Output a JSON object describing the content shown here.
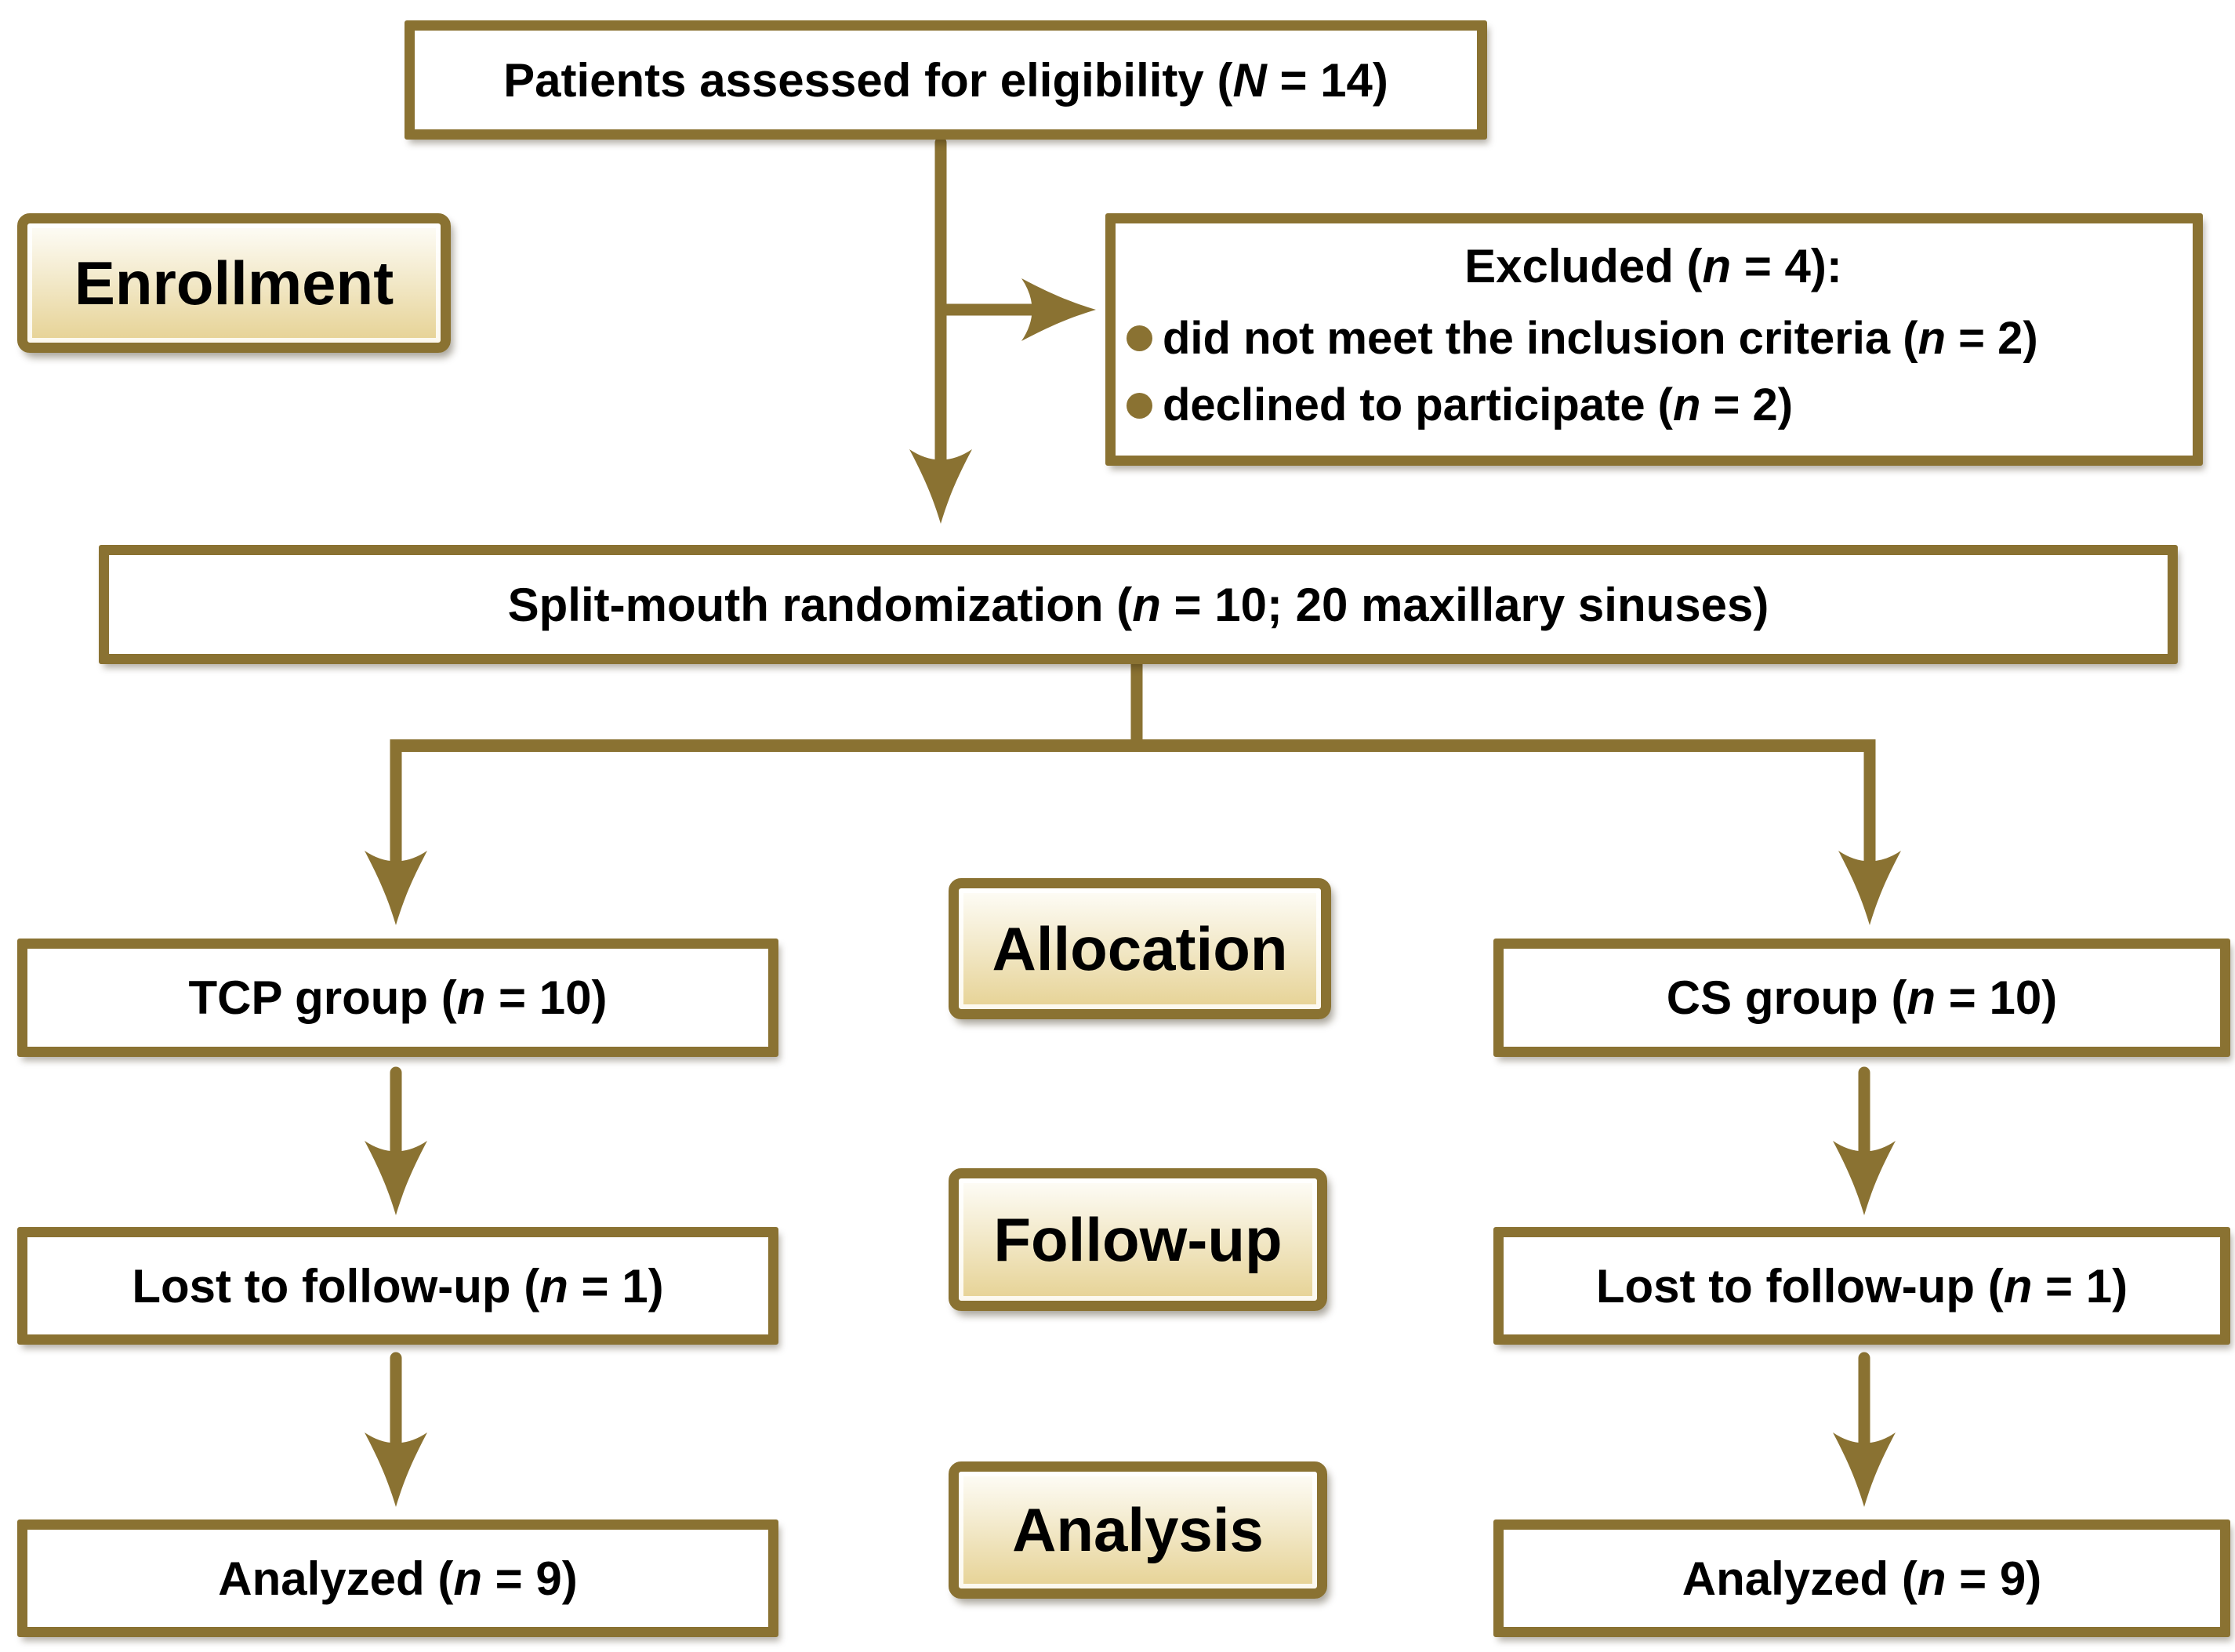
{
  "colors": {
    "accent": "#8A7232",
    "label_fill_top": "#FEFDF8",
    "label_fill_mid": "#F3EACC",
    "label_fill_bottom": "#E6D294",
    "box_fill": "#FFFFFF",
    "text": "#000000",
    "background": "#FFFFFF"
  },
  "stages": {
    "enrollment": "Enrollment",
    "allocation": "Allocation",
    "followup": "Follow-up",
    "analysis": "Analysis"
  },
  "nodes": {
    "eligibility": {
      "parts": [
        {
          "t": "Patients assessed for eligibility ("
        },
        {
          "t": "N",
          "i": true
        },
        {
          "t": " = 14)"
        }
      ]
    },
    "excluded": {
      "title_parts": [
        {
          "t": "Excluded ("
        },
        {
          "t": "n",
          "i": true
        },
        {
          "t": " = 4):"
        }
      ],
      "bullets": [
        {
          "parts": [
            {
              "t": "did not meet the inclusion criteria ("
            },
            {
              "t": "n",
              "i": true
            },
            {
              "t": " = 2)"
            }
          ]
        },
        {
          "parts": [
            {
              "t": "declined to participate ("
            },
            {
              "t": "n",
              "i": true
            },
            {
              "t": " = 2)"
            }
          ]
        }
      ]
    },
    "randomization": {
      "parts": [
        {
          "t": "Split-mouth randomization ("
        },
        {
          "t": "n",
          "i": true
        },
        {
          "t": " = 10; 20 maxillary sinuses)"
        }
      ]
    },
    "tcp_group": {
      "parts": [
        {
          "t": "TCP group ("
        },
        {
          "t": "n",
          "i": true
        },
        {
          "t": " = 10)"
        }
      ]
    },
    "cs_group": {
      "parts": [
        {
          "t": "CS group ("
        },
        {
          "t": "n",
          "i": true
        },
        {
          "t": " = 10)"
        }
      ]
    },
    "lost_tcp": {
      "parts": [
        {
          "t": "Lost to follow-up ("
        },
        {
          "t": "n",
          "i": true
        },
        {
          "t": " = 1)"
        }
      ]
    },
    "lost_cs": {
      "parts": [
        {
          "t": "Lost to follow-up ("
        },
        {
          "t": "n",
          "i": true
        },
        {
          "t": " = 1)"
        }
      ]
    },
    "analyzed_tcp": {
      "parts": [
        {
          "t": "Analyzed ("
        },
        {
          "t": "n",
          "i": true
        },
        {
          "t": " = 9)"
        }
      ]
    },
    "analyzed_cs": {
      "parts": [
        {
          "t": "Analyzed ("
        },
        {
          "t": "n",
          "i": true
        },
        {
          "t": " = 9)"
        }
      ]
    }
  }
}
